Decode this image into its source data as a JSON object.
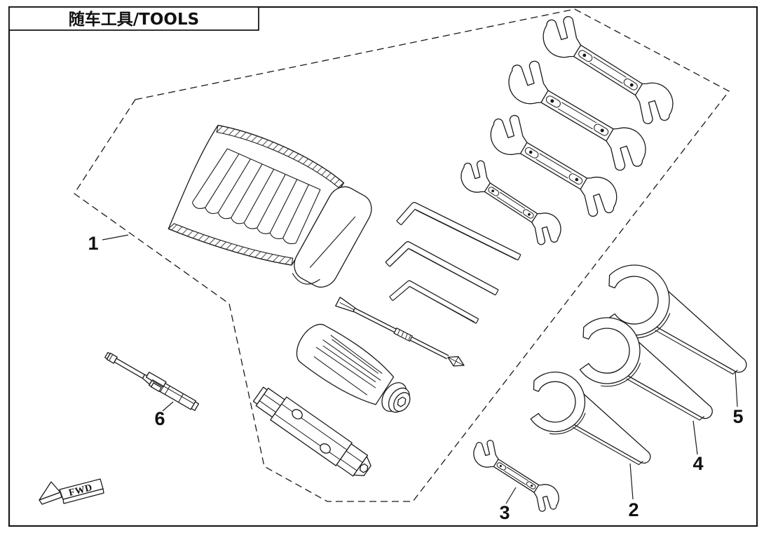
{
  "page": {
    "title": "随车工具/TOOLS",
    "fwd_label": "FWD"
  },
  "callouts": [
    {
      "number": "1",
      "points_to": "tool-kit-outline"
    },
    {
      "number": "2",
      "points_to": "hook-spanner-small"
    },
    {
      "number": "3",
      "points_to": "open-end-wrench-small"
    },
    {
      "number": "4",
      "points_to": "hook-spanner-medium"
    },
    {
      "number": "5",
      "points_to": "hook-spanner-large"
    },
    {
      "number": "6",
      "points_to": "valve-extension-tool"
    }
  ],
  "tools_depicted": [
    "tool-roll-pouch",
    "open-end-wrench-large",
    "open-end-wrench-2",
    "open-end-wrench-3",
    "open-end-wrench-4",
    "hex-key-large",
    "hex-key-medium",
    "hex-key-small",
    "double-ended-screwdriver-blade",
    "screwdriver-handle",
    "spark-plug-tube-wrench",
    "hook-spanner-large",
    "hook-spanner-medium",
    "hook-spanner-small",
    "small-open-end-wrench",
    "valve-extension-tool",
    "fwd-direction-arrow"
  ]
}
